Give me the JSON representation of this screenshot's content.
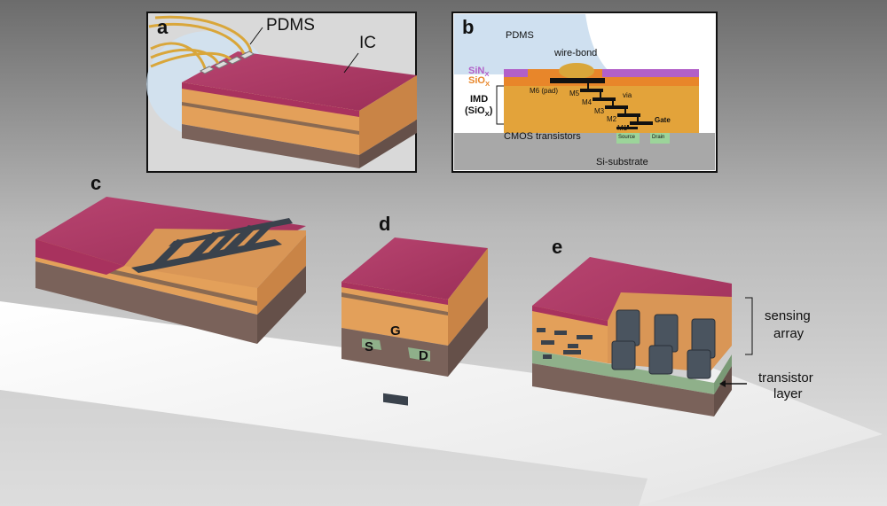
{
  "panels": {
    "a": {
      "letter": "a",
      "pdms": "PDMS",
      "ic": "IC"
    },
    "b": {
      "letter": "b",
      "pdms": "PDMS",
      "wire_bond": "wire-bond",
      "sinx_base": "SiN",
      "sinx_sub": "X",
      "siox_base": "SiO",
      "siox_sub": "X",
      "imd_line1": "IMD",
      "imd_line2_base": "(SiO",
      "imd_line2_sub": "X",
      "imd_line2_end": ")",
      "m6": "M6 (pad)",
      "m5": "M5",
      "m4": "M4",
      "m3": "M3",
      "m2": "M2",
      "m1": "M1",
      "via": "via",
      "gate": "Gate",
      "cmos": "CMOS transistors",
      "source": "Source",
      "drain": "Drain",
      "substrate": "Si-substrate"
    },
    "c": {
      "letter": "c"
    },
    "d": {
      "letter": "d",
      "g": "G",
      "s": "S",
      "d_label": "D"
    },
    "e": {
      "letter": "e",
      "sensing_line1": "sensing",
      "sensing_line2": "array",
      "transistor_line1": "transistor",
      "transistor_line2": "layer"
    }
  },
  "colors": {
    "passivation": "#a8325e",
    "passivation_top": "#b8406a",
    "oxide": "#e3a05a",
    "thin_layer": "#8a6a52",
    "substrate": "#7a625a",
    "electrode": "#3a424c",
    "transistor_layer": "#8fb08a",
    "sinx": "#b260c8",
    "siox": "#e8862a",
    "pad_gold": "#d9a63a"
  }
}
